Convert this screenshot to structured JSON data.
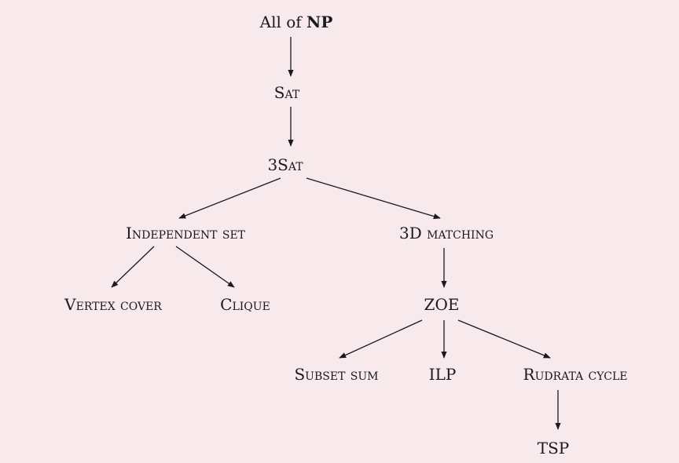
{
  "diagram": {
    "nodes": [
      {
        "id": "np",
        "parts": [
          {
            "text": "All of ",
            "style": "plain"
          },
          {
            "text": "NP",
            "style": "bold"
          }
        ]
      },
      {
        "id": "sat",
        "parts": [
          {
            "text": "Sat",
            "style": "sc"
          }
        ]
      },
      {
        "id": "3sat",
        "parts": [
          {
            "text": "3",
            "style": "plain"
          },
          {
            "text": "Sat",
            "style": "sc"
          }
        ]
      },
      {
        "id": "indset",
        "parts": [
          {
            "text": "Independent set",
            "style": "sc"
          }
        ]
      },
      {
        "id": "3dm",
        "parts": [
          {
            "text": "3D ",
            "style": "plain"
          },
          {
            "text": "matching",
            "style": "sc"
          }
        ]
      },
      {
        "id": "vc",
        "parts": [
          {
            "text": "Vertex cover",
            "style": "sc"
          }
        ]
      },
      {
        "id": "clique",
        "parts": [
          {
            "text": "Clique",
            "style": "sc"
          }
        ]
      },
      {
        "id": "zoe",
        "parts": [
          {
            "text": "ZOE",
            "style": "plain"
          }
        ]
      },
      {
        "id": "subsetsum",
        "parts": [
          {
            "text": "Subset sum",
            "style": "sc"
          }
        ]
      },
      {
        "id": "ilp",
        "parts": [
          {
            "text": "ILP",
            "style": "plain"
          }
        ]
      },
      {
        "id": "rudrata",
        "parts": [
          {
            "text": "Rudrata cycle",
            "style": "sc"
          }
        ]
      },
      {
        "id": "tsp",
        "parts": [
          {
            "text": "TSP",
            "style": "plain"
          }
        ]
      }
    ],
    "edges": [
      {
        "from": "np",
        "to": "sat"
      },
      {
        "from": "sat",
        "to": "3sat"
      },
      {
        "from": "3sat",
        "to": "indset"
      },
      {
        "from": "3sat",
        "to": "3dm"
      },
      {
        "from": "indset",
        "to": "vc"
      },
      {
        "from": "indset",
        "to": "clique"
      },
      {
        "from": "3dm",
        "to": "zoe"
      },
      {
        "from": "zoe",
        "to": "subsetsum"
      },
      {
        "from": "zoe",
        "to": "ilp"
      },
      {
        "from": "zoe",
        "to": "rudrata"
      },
      {
        "from": "rudrata",
        "to": "tsp"
      }
    ],
    "colors": {
      "background": "#f7e9ec",
      "ink": "#1a1a1a"
    }
  }
}
